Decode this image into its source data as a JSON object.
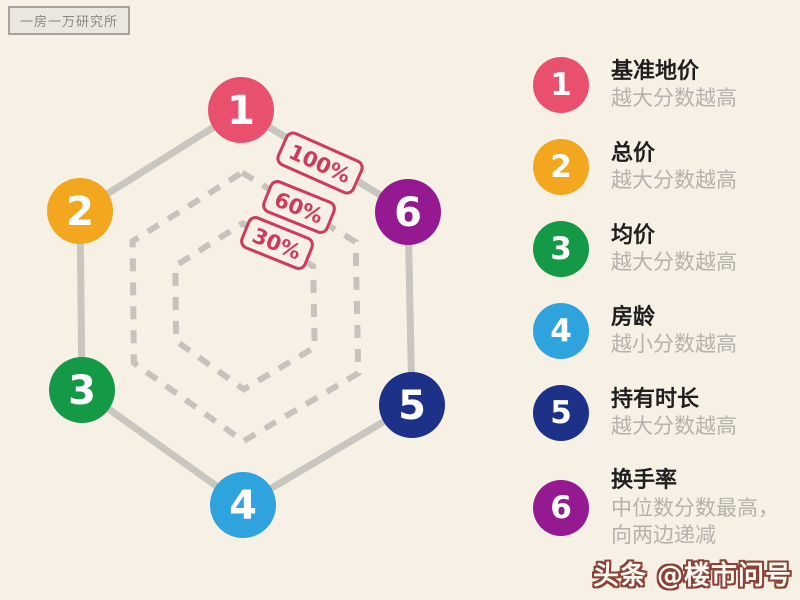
{
  "badge": {
    "label": "一房一万研究所"
  },
  "watermark": {
    "text": "头条 @楼市问号"
  },
  "colors": {
    "background": "#f6f1e4",
    "grid_line": "#c9c6c0",
    "ring_label": "#cf3a5c",
    "legend_title": "#1f1f1f",
    "legend_desc": "#b5b2ab",
    "badge_text": "#8a867e",
    "watermark_outline": "#8a4136"
  },
  "chart_data": {
    "type": "radar-hexagon-scale",
    "title": "",
    "rings": [
      {
        "label": "100%",
        "scale": 1.0,
        "style": "solid"
      },
      {
        "label": "60%",
        "scale": 0.68,
        "style": "dashed"
      },
      {
        "label": "30%",
        "scale": 0.42,
        "style": "dashed"
      }
    ],
    "axes": [
      {
        "num": "1",
        "color": "#e8506e",
        "title": "基准地价",
        "desc": "越大分数越高"
      },
      {
        "num": "2",
        "color": "#f2a71f",
        "title": "总价",
        "desc": "越大分数越高"
      },
      {
        "num": "3",
        "color": "#149a47",
        "title": "均价",
        "desc": "越大分数越高"
      },
      {
        "num": "4",
        "color": "#2fa3de",
        "title": "房龄",
        "desc": "越小分数越高"
      },
      {
        "num": "5",
        "color": "#1d3189",
        "title": "持有时长",
        "desc": "越大分数越高"
      },
      {
        "num": "6",
        "color": "#951a92",
        "title": "换手率",
        "desc": "中位数分数最高，\n向两边递减"
      }
    ]
  }
}
